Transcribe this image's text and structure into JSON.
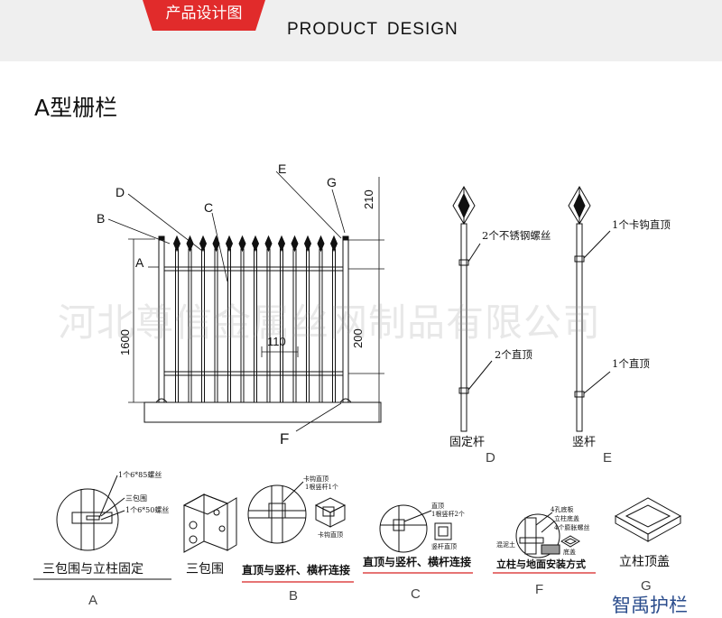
{
  "header": {
    "tab_label": "产品设计图",
    "title": "PRODUCT  DESIGN"
  },
  "page_title": "A型栅栏",
  "fence": {
    "labels": [
      "A",
      "B",
      "C",
      "D",
      "E",
      "F",
      "G"
    ],
    "dims": {
      "total_height": "1600",
      "top_offset": "210",
      "bottom_offset": "200",
      "picket_spacing": "110"
    }
  },
  "posts": {
    "fixed": {
      "notes": [
        "2个不锈钢螺丝",
        "2个直顶"
      ],
      "name": "固定杆",
      "letter": "D"
    },
    "vertical": {
      "notes": [
        "1个卡钩直顶",
        "1个直顶"
      ],
      "name": "竖杆",
      "letter": "E"
    }
  },
  "details": {
    "A": {
      "notes": [
        "1个6*85螺丝",
        "三包围",
        "1个6*50螺丝"
      ],
      "caption": "三包围与立柱固定",
      "letter": "A"
    },
    "A2": {
      "caption": "三包围"
    },
    "B": {
      "notes": [
        "卡钩直顶",
        "1根竖杆1个",
        "卡钩直顶"
      ],
      "caption": "直顶与竖杆、横杆连接",
      "letter": "B"
    },
    "C": {
      "notes": [
        "直顶",
        "1根竖杆2个",
        "竖杆直顶"
      ],
      "caption": "直顶与竖杆、横杆连接",
      "letter": "C"
    },
    "F": {
      "notes": [
        "4孔底板",
        "立柱底盖",
        "4个膨胀螺丝",
        "混泥土",
        "底盖"
      ],
      "caption": "立柱与地面安装方式",
      "letter": "F"
    },
    "G": {
      "caption": "立柱顶盖",
      "letter": "G"
    }
  },
  "watermark": "河北尊信金属丝网制品有限公司",
  "watermark_logo": "智禹护栏"
}
